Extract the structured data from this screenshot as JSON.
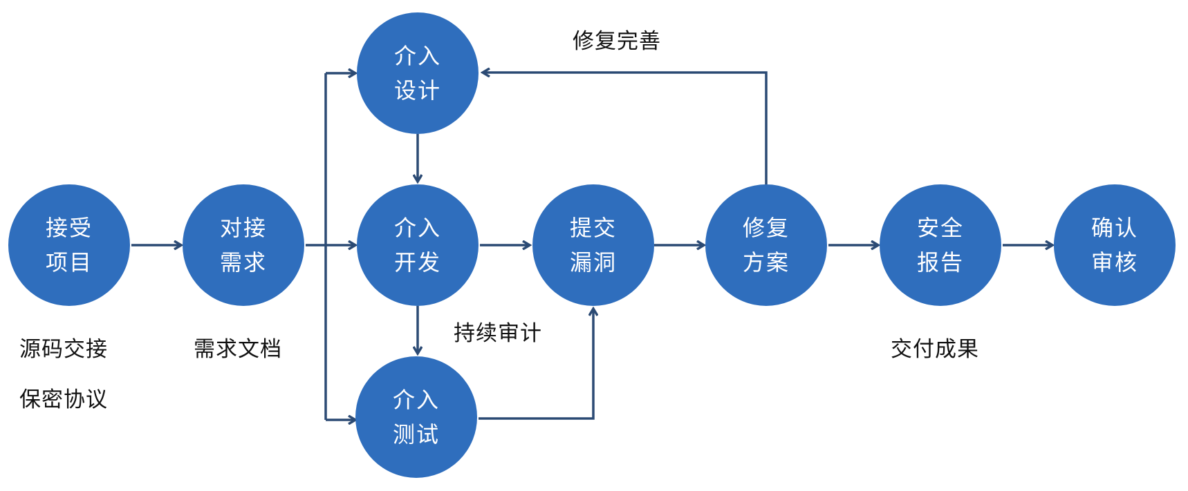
{
  "colors": {
    "node_fill": "#2F6EBD",
    "connector": "#2B4A74",
    "note_text": "#111111"
  },
  "nodes": {
    "receive": {
      "line1": "接受",
      "line2": "项目"
    },
    "dock": {
      "line1": "对接",
      "line2": "需求"
    },
    "design": {
      "line1": "介入",
      "line2": "设计"
    },
    "develop": {
      "line1": "介入",
      "line2": "开发"
    },
    "test": {
      "line1": "介入",
      "line2": "测试"
    },
    "submit": {
      "line1": "提交",
      "line2": "漏洞"
    },
    "fix": {
      "line1": "修复",
      "line2": "方案"
    },
    "report": {
      "line1": "安全",
      "line2": "报告"
    },
    "confirm": {
      "line1": "确认",
      "line2": "审核"
    }
  },
  "notes": {
    "source_handover": "源码交接",
    "nda": "保密协议",
    "requirement_doc": "需求文档",
    "continuous_audit": "持续审计",
    "fix_improve": "修复完善",
    "deliverables": "交付成果"
  }
}
